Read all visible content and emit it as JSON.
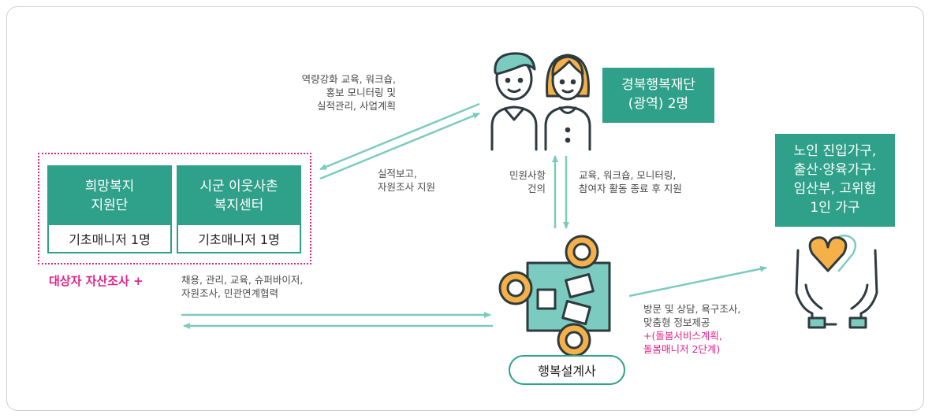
{
  "foundation": {
    "line1": "경북행복재단",
    "line2": "(광역) 2명"
  },
  "target": {
    "line1": "노인 진입가구,",
    "line2": "출산·양육가구·",
    "line3": "임산부, 고위험",
    "line4": "1인 가구"
  },
  "org": {
    "card1": {
      "line1": "희망복지",
      "line2": "지원단",
      "manager": "기초매니저 1명"
    },
    "card2": {
      "line1": "시군 이웃사촌",
      "line2": "복지센터",
      "manager": "기초매니저 1명"
    }
  },
  "designer": {
    "label": "행복설계사"
  },
  "labels": {
    "to_org": {
      "line1": "역량강화 교육, 워크숍,",
      "line2": "홍보 모니터링 및",
      "line3": "실적관리, 사업계획"
    },
    "to_foundation": {
      "line1": "실적보고,",
      "line2": "자원조사 지원"
    },
    "up_left": {
      "line1": "민원사항",
      "line2": "건의"
    },
    "down_right": {
      "line1": "교육, 워크숍, 모니터링,",
      "line2": "참여자 활동 종료 후 지원"
    },
    "asset": {
      "main": "대상자 자산조사 +",
      "line1": "채용, 관리, 교육, 슈퍼바이저,",
      "line2": "자원조사, 민관연계협력"
    },
    "visit": {
      "line1": "방문 및 상담, 욕구조사,",
      "line2": "맞춤형 정보제공",
      "pink1": "+(돌봄서비스계획,",
      "pink2": "돌봄매니저 2단계)"
    }
  },
  "colors": {
    "teal": "#2fa089",
    "teal_light": "#7ccbc0",
    "pink": "#e0238c",
    "icon_dark": "#2d3a3e",
    "hair": "#f5b04a"
  }
}
